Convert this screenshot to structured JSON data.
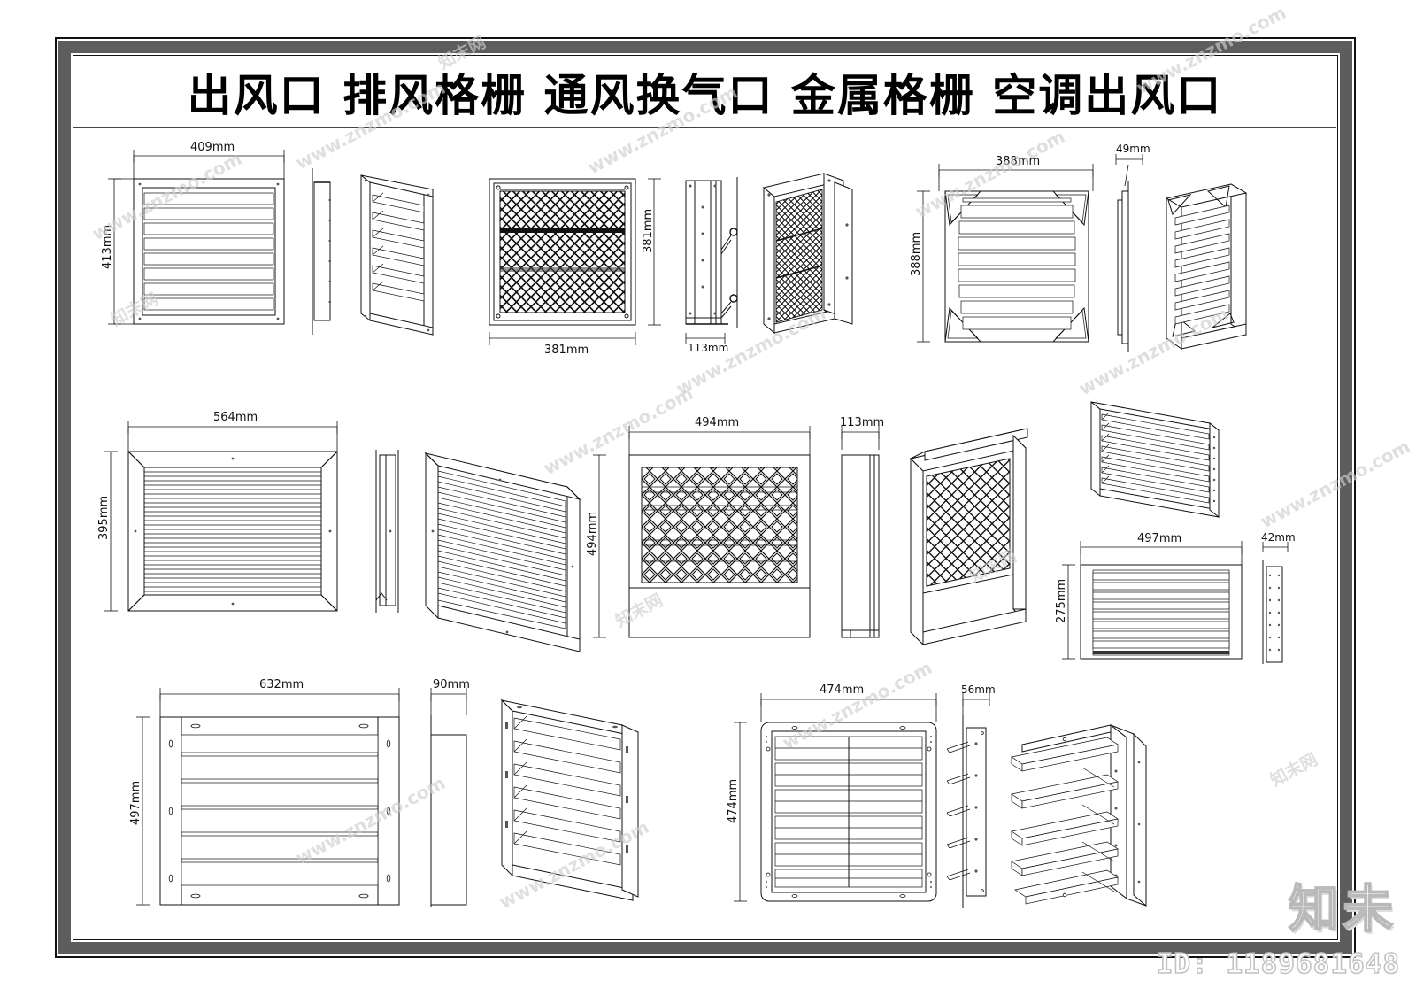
{
  "sheet": {
    "title": "出风口  排风格栅  通风换气口  金属格栅  空调出风口",
    "frame_color": "#5d5d5d",
    "background": "#ffffff"
  },
  "watermark": {
    "latin": "www.znzmo.com",
    "chinese": "知末网",
    "brand": "知未",
    "id_label": "ID: 1189681648"
  },
  "rows": [
    {
      "row_name": "row-1",
      "items": [
        {
          "name": "louver-grille-409",
          "width_label": "409mm",
          "height_label": "413mm",
          "depth_label": "",
          "views": [
            "front",
            "side",
            "isometric"
          ],
          "type": "blade-louver"
        },
        {
          "name": "mesh-grille-381",
          "width_label": "381mm",
          "height_label": "381mm",
          "depth_label": "113mm",
          "views": [
            "front",
            "side",
            "isometric"
          ],
          "type": "diamond-mesh"
        },
        {
          "name": "corner-louver-388",
          "width_label": "388mm",
          "height_label": "388mm",
          "depth_label": "49mm",
          "views": [
            "front",
            "side",
            "isometric"
          ],
          "type": "blade-louver-corner"
        }
      ]
    },
    {
      "row_name": "row-2",
      "items": [
        {
          "name": "wide-louver-564",
          "width_label": "564mm",
          "height_label": "395mm",
          "depth_label": "",
          "second_height_label": "494mm",
          "views": [
            "front",
            "side",
            "isometric"
          ],
          "type": "fine-blade-louver"
        },
        {
          "name": "mesh-panel-494",
          "width_label": "494mm",
          "height_label": "494mm",
          "depth_label": "113mm",
          "views": [
            "front",
            "side",
            "isometric"
          ],
          "type": "diamond-mesh-skirt"
        },
        {
          "name": "slim-louver-497",
          "width_label": "497mm",
          "height_label": "275mm",
          "depth_label": "42mm",
          "views": [
            "isometric",
            "front",
            "side"
          ],
          "type": "blade-louver"
        }
      ]
    },
    {
      "row_name": "row-3",
      "items": [
        {
          "name": "wide-blade-632",
          "width_label": "632mm",
          "height_label": "497mm",
          "depth_label": "90mm",
          "views": [
            "front",
            "side",
            "isometric"
          ],
          "type": "wide-blade-louver"
        },
        {
          "name": "shutter-474",
          "width_label": "474mm",
          "height_label": "474mm",
          "depth_label": "56mm",
          "views": [
            "front",
            "side",
            "isometric"
          ],
          "type": "shutter-louver"
        }
      ]
    }
  ],
  "dimensions": {
    "r1i1_w": "409mm",
    "r1i1_h": "413mm",
    "r1i2_w": "381mm",
    "r1i2_h": "381mm",
    "r1i2_d": "113mm",
    "r1i3_w": "388mm",
    "r1i3_h": "388mm",
    "r1i3_d": "49mm",
    "r2i1_w": "564mm",
    "r2i1_h": "395mm",
    "r2i1_h2": "494mm",
    "r2i2_w": "494mm",
    "r2i2_h": "494mm",
    "r2i2_d": "113mm",
    "r2i3_w": "497mm",
    "r2i3_h": "275mm",
    "r2i3_d": "42mm",
    "r3i1_w": "632mm",
    "r3i1_h": "497mm",
    "r3i1_d": "90mm",
    "r3i2_w": "474mm",
    "r3i2_h": "474mm",
    "r3i2_d": "56mm"
  }
}
